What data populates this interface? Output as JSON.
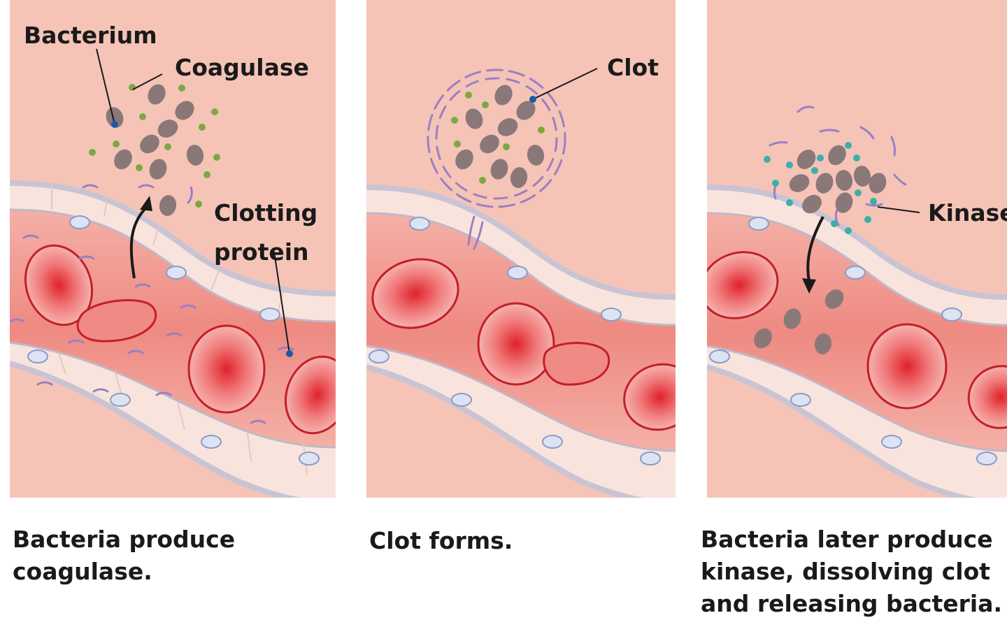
{
  "panels": [
    {
      "labels": {
        "bacterium": "Bacterium",
        "coagulase": "Coagulase",
        "clotting_protein_line1": "Clotting",
        "clotting_protein_line2": "protein"
      },
      "caption": "Bacteria produce\ncoagulase."
    },
    {
      "labels": {
        "clot": "Clot"
      },
      "caption": "Clot forms."
    },
    {
      "labels": {
        "kinase": "Kinase"
      },
      "caption": "Bacteria later produce\nkinase, dissolving clot\nand releasing bacteria."
    }
  ],
  "colors": {
    "tissue": "#f5c4b7",
    "vessel_lumen": "#f29a90",
    "vessel_wall": "#c9c4d4",
    "red_blood_cell": "#e84a4f",
    "bacterium": "#8a7878",
    "coagulase": "#7ca843",
    "clotting_protein": "#9b7fc4",
    "kinase": "#3bb0a8"
  }
}
